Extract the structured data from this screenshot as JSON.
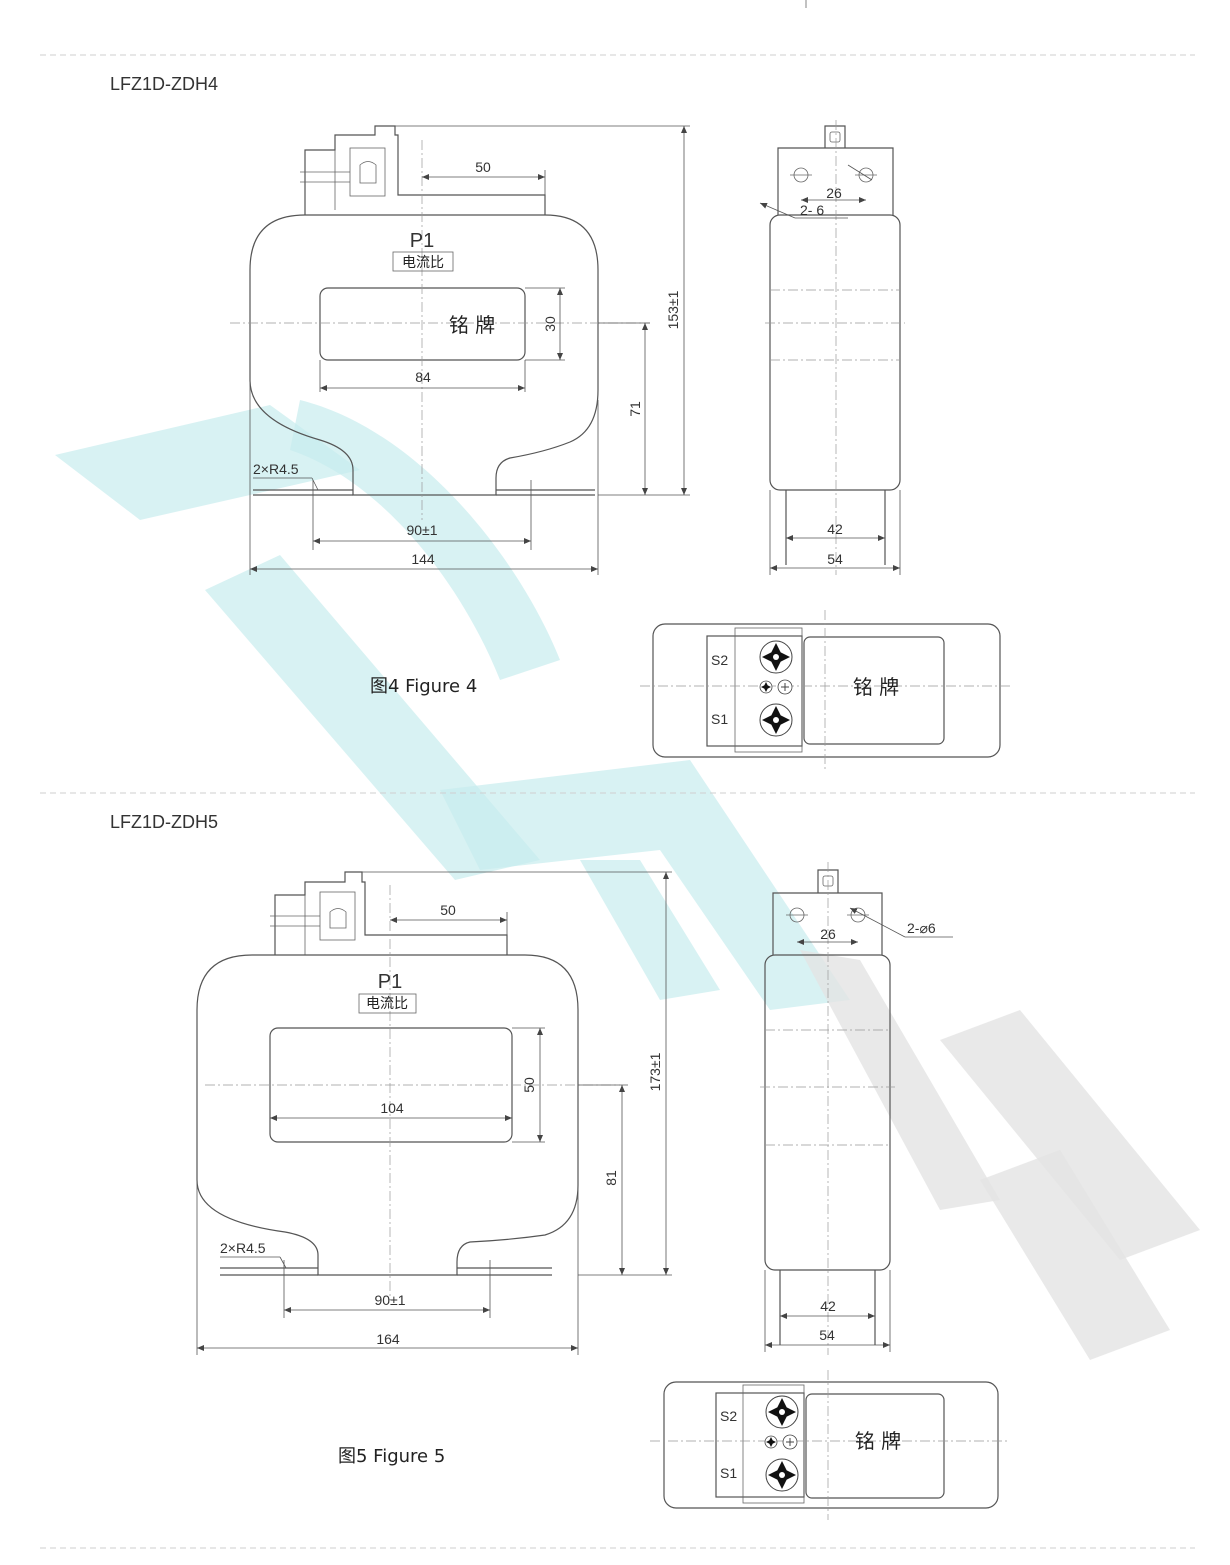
{
  "colors": {
    "line": "#555555",
    "watermark_teal": "#c8ecee",
    "watermark_gray": "#e4e4e4"
  },
  "sections": [
    {
      "model": "LFZ1D-ZDH4",
      "caption": "图4 Figure 4",
      "front": {
        "terminal": "P1",
        "ratio_label": "电流比",
        "nameplate": "铭 牌",
        "dims": {
          "top_offset": "50",
          "window_width": "84",
          "window_height": "30",
          "center_height": "71",
          "total_height": "153±1",
          "radius": "2×R4.5",
          "hole_spacing": "90±1",
          "total_width": "144"
        }
      },
      "side": {
        "hole_spacing": "26",
        "holes": "2- 6",
        "inner_width": "42",
        "total_width": "54"
      },
      "bottom": {
        "s2": "S2",
        "s1": "S1",
        "nameplate": "铭 牌"
      }
    },
    {
      "model": "LFZ1D-ZDH5",
      "caption": "图5 Figure 5",
      "front": {
        "terminal": "P1",
        "ratio_label": "电流比",
        "dims": {
          "top_offset": "50",
          "window_width": "104",
          "window_height": "50",
          "center_height": "81",
          "total_height": "173±1",
          "radius": "2×R4.5",
          "hole_spacing": "90±1",
          "total_width": "164"
        }
      },
      "side": {
        "hole_spacing": "26",
        "holes": "2-⌀6",
        "inner_width": "42",
        "total_width": "54"
      },
      "bottom": {
        "s2": "S2",
        "s1": "S1",
        "nameplate": "铭 牌"
      }
    }
  ]
}
